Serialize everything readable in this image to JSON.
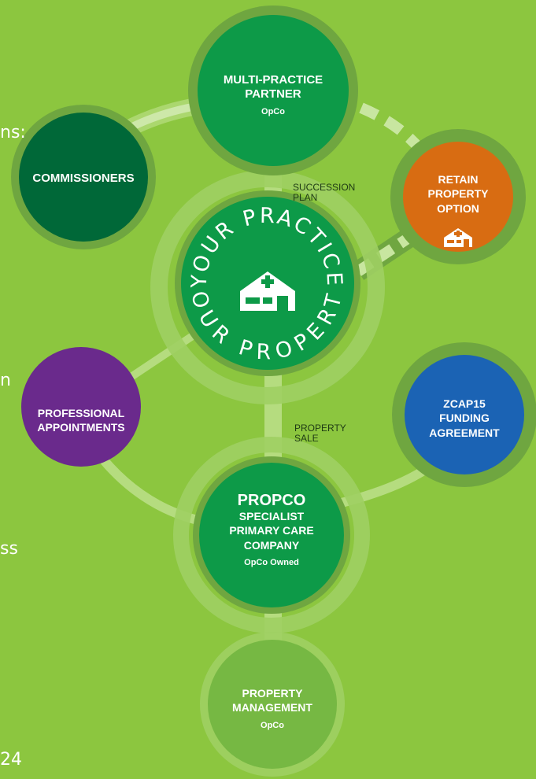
{
  "edge_fragments": [
    "ns:",
    "n",
    "ss",
    "24"
  ],
  "center": {
    "top_arc": "YOUR PRACTICE",
    "bottom_arc": "YOUR PROPERTY",
    "icon": "building-icon"
  },
  "nodes": {
    "multi_practice": {
      "title_line1": "MULTI-PRACTICE",
      "title_line2": "PARTNER",
      "sub": "OpCo"
    },
    "commissioners": {
      "title": "COMMISSIONERS"
    },
    "retain": {
      "title_line1": "RETAIN",
      "title_line2": "PROPERTY",
      "title_line3": "OPTION",
      "icon": "building-icon"
    },
    "professional": {
      "title_line1": "PROFESSIONAL",
      "title_line2": "APPOINTMENTS"
    },
    "zcap": {
      "title_line1": "ZCAP15",
      "title_line2": "FUNDING",
      "title_line3": "AGREEMENT"
    },
    "propco": {
      "title": "PROPCO",
      "line1": "SPECIALIST",
      "line2": "PRIMARY CARE",
      "line3": "COMPANY",
      "sub": "OpCo Owned"
    },
    "property_mgmt": {
      "title_line1": "PROPERTY",
      "title_line2": "MANAGEMENT",
      "sub": "OpCo"
    }
  },
  "connector_labels": {
    "succession": [
      "SUCCESSION",
      "PLAN"
    ],
    "property_sale": [
      "PROPERTY",
      "SALE"
    ]
  },
  "colors": {
    "background": "#8cc63f",
    "main_green": "#0d9a48",
    "dark_green": "#006838",
    "orange": "#d86c12",
    "purple": "#6a2a8c",
    "blue": "#1b63b4",
    "light_green": "#76b843"
  }
}
